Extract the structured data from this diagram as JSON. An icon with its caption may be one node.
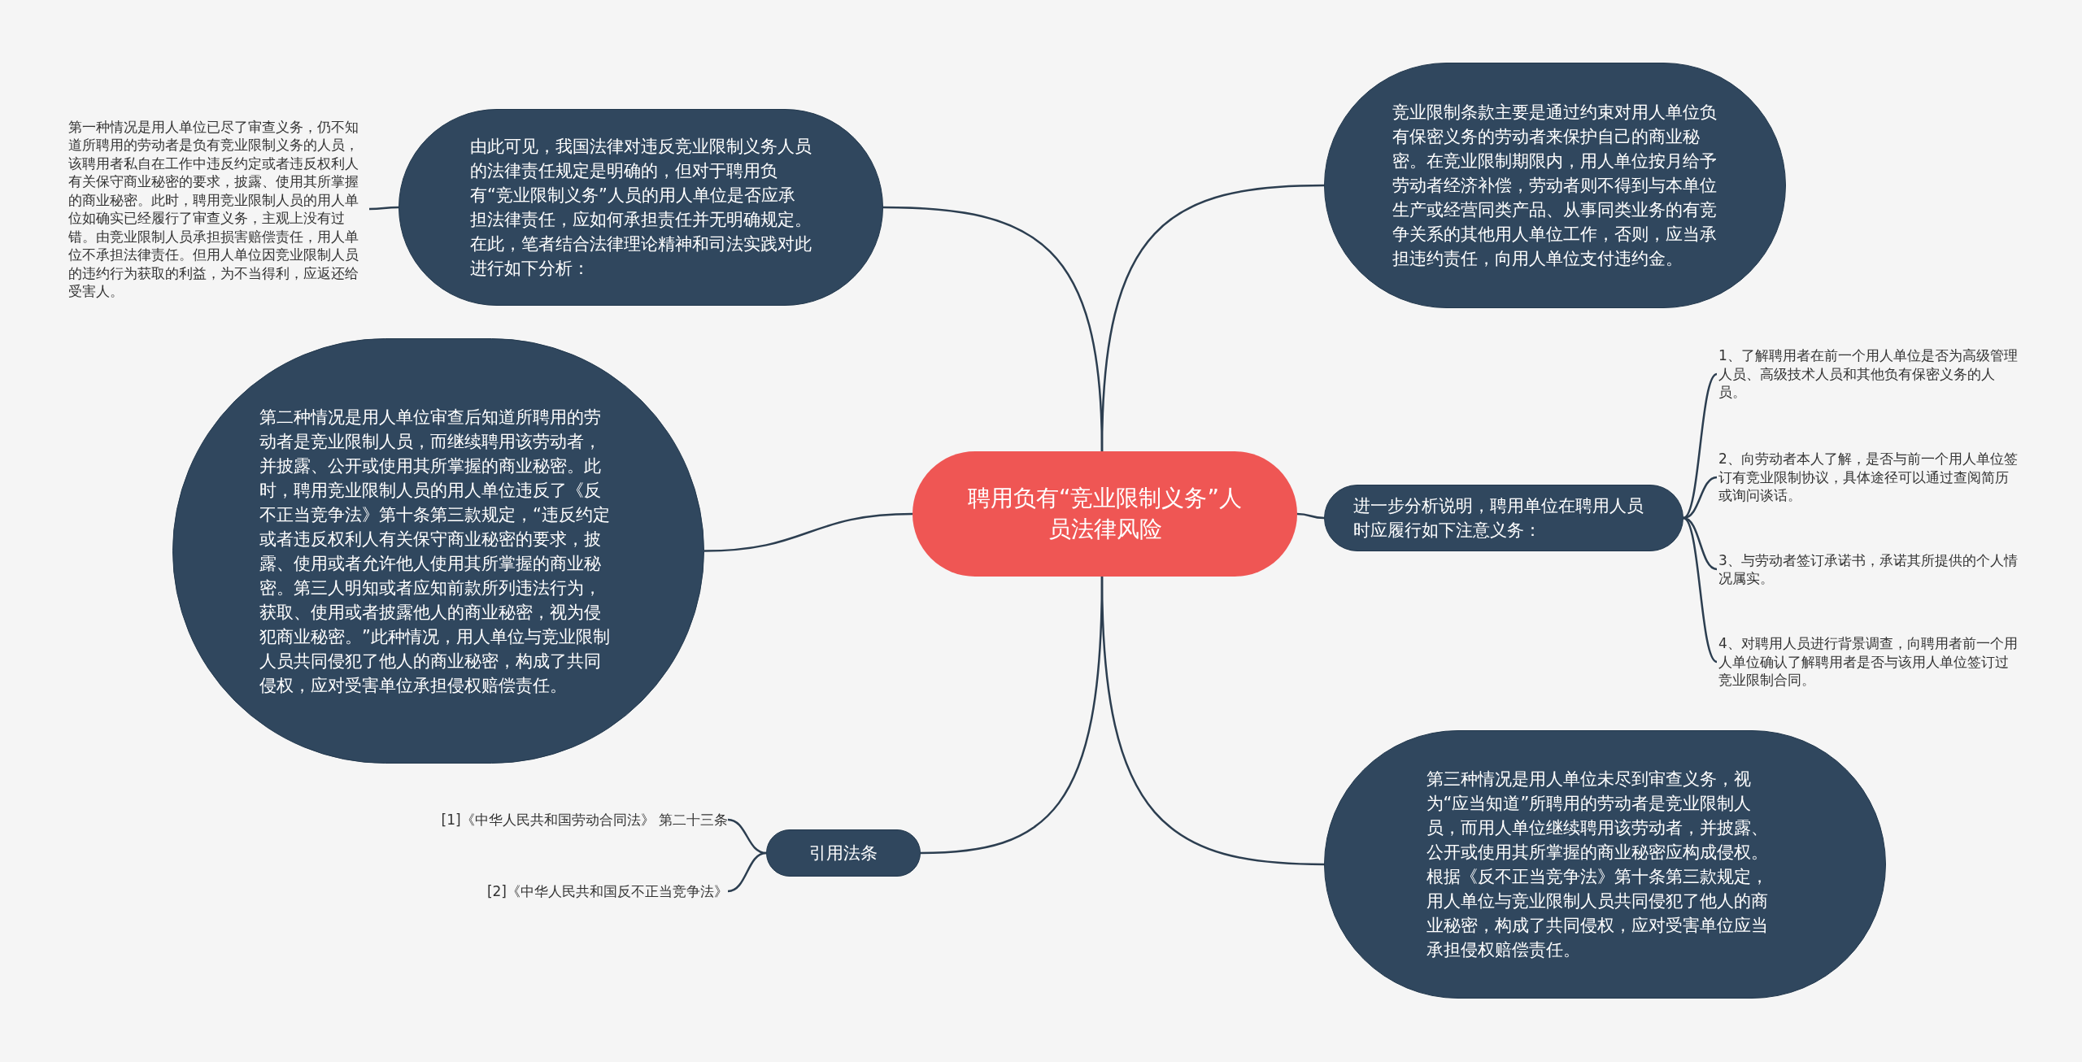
{
  "diagram": {
    "nodes": [
      {
        "text": [
          "聘用负有“竞业限制义务”人员法律风险"
        ]
      },
      {
        "text": [
          "由此可见，我国法律对违反竞业限制义务人员的法律责任规定是明确的，但对于聘用负有“竞业限制义务”人员的用人单位是否应承担法律责任，应如何承担责任并无明确规定。在此，笔者结合法律理论精神和司法实践对此进行如下分析："
        ]
      },
      {
        "text": [
          "第一种情况是用人单位已尽了审查义务，仍不知道所聘用的劳动者是负有竞业限制义务的人员，该聘用者私自在工作中违反约定或者违反权利人有关保守商业秘密的要求，披露、使用其所掌握的商业秘密。此时，聘用竞业限制人员的用人单位如确实已经履行了审查义务，主观上没有过错。由竞业限制人员承担损害赔偿责任，用人单位不承担法律责任。但用人单位因竞业限制人员的违约行为获取的利益，为不当得利，应返还给受害人。"
        ]
      },
      {
        "text": [
          "第二种情况是用人单位审查后知道所聘用的劳动者是竞业限制人员，而继续聘用该劳动者，并披露、公开或使用其所掌握的商业秘密。此时，聘用竞业限制人员的用人单位违反了《反不正当竞争法》第十条第三款规定，“违反约定或者违反权利人有关保守商业秘密的要求，披露、使用或者允许他人使用其所掌握的商业秘密。第三人明知或者应知前款所列违法行为，获取、使用或者披露他人的商业秘密，视为侵犯商业秘密。”此种情况，用人单位与竞业限制人员共同侵犯了他人的商业秘密，构成了共同侵权，应对受害单位承担侵权赔偿责任。"
        ]
      },
      {
        "text": [
          "引用法条"
        ]
      },
      {
        "text": [
          "[1]《中华人民共和国劳动合同法》 第二十三条"
        ]
      },
      {
        "text": [
          "[2]《中华人民共和国反不正当竞争法》"
        ]
      },
      {
        "text": [
          "竞业限制条款主要是通过约束对用人单位负有保密义务的劳动者来保护自己的商业秘密。在竞业限制期限内，用人单位按月给予劳动者经济补偿，劳动者则不得到与本单位生产或经营同类产品、从事同类业务的有竞争关系的其他用人单位工作，否则，应当承担违约责任，向用人单位支付违约金。"
        ]
      },
      {
        "text": [
          "进一步分析说明，聘用单位在聘用人员时应履行如下注意义务："
        ]
      },
      {
        "text": [
          "1、了解聘用者在前一个用人单位是否为高级管理人员、高级技术人员和其他负有保密义务的人员。"
        ]
      },
      {
        "text": [
          "2、向劳动者本人了解，是否与前一个用人单位签订有竞业限制协议，具体途径可以通过查阅简历或询问谈话。"
        ]
      },
      {
        "text": [
          "3、与劳动者签订承诺书，承诺其所提供的个人情况属实。"
        ]
      },
      {
        "text": [
          "4、对聘用人员进行背景调查，向聘用者前一个用人单位确认了解聘用者是否与该用人单位签订过竞业限制合同。"
        ]
      },
      {
        "text": [
          "第三种情况是用人单位未尽到审查义务，视为“应当知道”所聘用的劳动者是竞业限制人员，而用人单位继续聘用该劳动者，并披露、公开或使用其所掌握的商业秘密应构成侵权。根据《反不正当竞争法》第十条第三款规定，用人单位与竞业限制人员共同侵犯了他人的商业秘密，构成了共同侵权，应对受害单位应当承担侵权赔偿责任。"
        ]
      }
    ],
    "edges": [
      {
        "from": 0,
        "to": 1,
        "arrow": "none"
      },
      {
        "from": 1,
        "to": 2,
        "arrow": "none"
      },
      {
        "from": 0,
        "to": 3,
        "arrow": "none"
      },
      {
        "from": 0,
        "to": 4,
        "arrow": "none"
      },
      {
        "from": 4,
        "to": 5,
        "arrow": "none"
      },
      {
        "from": 4,
        "to": 6,
        "arrow": "none"
      },
      {
        "from": 0,
        "to": 7,
        "arrow": "none"
      },
      {
        "from": 0,
        "to": 8,
        "arrow": "none"
      },
      {
        "from": 8,
        "to": 9,
        "arrow": "none"
      },
      {
        "from": 8,
        "to": 10,
        "arrow": "none"
      },
      {
        "from": 8,
        "to": 11,
        "arrow": "none"
      },
      {
        "from": 8,
        "to": 12,
        "arrow": "none"
      },
      {
        "from": 0,
        "to": 13,
        "arrow": "none"
      }
    ]
  }
}
